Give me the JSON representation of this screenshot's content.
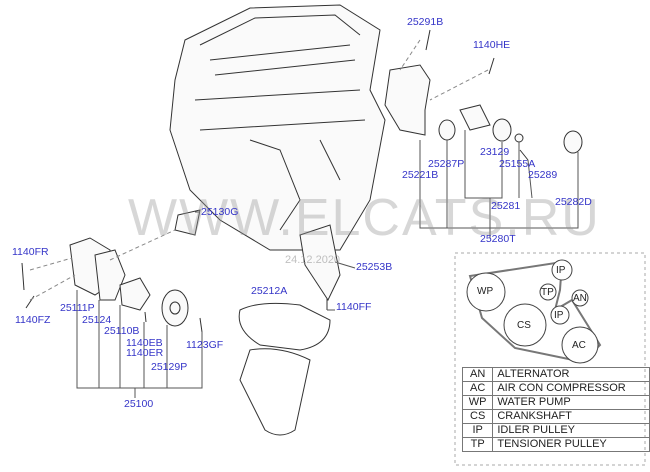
{
  "watermark": "WWW.ELCATS.RU",
  "date": "24.12.2020",
  "part_labels": {
    "p25291B": "25291B",
    "p1140HE": "1140HE",
    "p23129": "23129",
    "p25287P": "25287P",
    "p25155A": "25155A",
    "p25221B": "25221B",
    "p25289": "25289",
    "p25281": "25281",
    "p25282D": "25282D",
    "p25280T": "25280T",
    "p25130G": "25130G",
    "p1140FR": "1140FR",
    "p25253B": "25253B",
    "p25212A": "25212A",
    "p25111P": "25111P",
    "p25124": "25124",
    "p1140FZ": "1140FZ",
    "p25110B": "25110B",
    "p1140FF": "1140FF",
    "p1140EB": "1140EB",
    "p1140ER": "1140ER",
    "p1123GF": "1123GF",
    "p25129P": "25129P",
    "p25100": "25100"
  },
  "belt_diagram": {
    "pulleys": [
      "WP",
      "IP",
      "TP",
      "AN",
      "IP",
      "CS",
      "AC"
    ]
  },
  "legend": [
    {
      "abbr": "AN",
      "name": "ALTERNATOR"
    },
    {
      "abbr": "AC",
      "name": "AIR CON COMPRESSOR"
    },
    {
      "abbr": "WP",
      "name": "WATER PUMP"
    },
    {
      "abbr": "CS",
      "name": "CRANKSHAFT"
    },
    {
      "abbr": "IP",
      "name": "IDLER PULLEY"
    },
    {
      "abbr": "TP",
      "name": "TENSIONER PULLEY"
    }
  ]
}
